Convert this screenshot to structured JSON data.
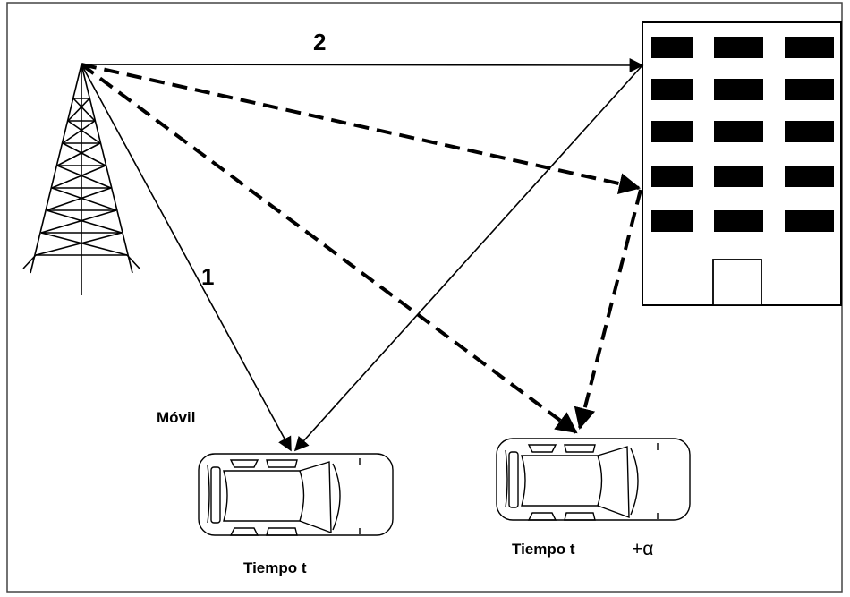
{
  "paths": {
    "direct_label": "1",
    "reflected_label": "2"
  },
  "mobile_label": "Móvil",
  "cars": [
    {
      "caption": "Tiempo t"
    },
    {
      "caption": "Tiempo t",
      "suffix": "+α"
    }
  ],
  "colors": {
    "stroke": "#000000",
    "background": "#ffffff",
    "frame": "#444444"
  }
}
